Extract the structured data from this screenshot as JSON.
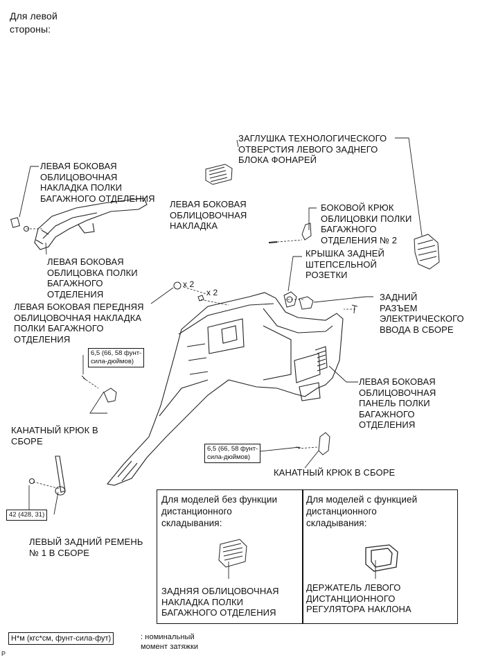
{
  "header": {
    "side_note": "Для левой\nстороны:"
  },
  "labels": {
    "cap_plug": "ЗАГЛУШКА ТЕХНОЛОГИЧЕСКОГО\nОТВЕРСТИЯ ЛЕВОГО ЗАДНЕГО\nБЛОКА ФОНАРЕЙ",
    "trim_cover_upper": "ЛЕВАЯ БОКОВАЯ\nОБЛИЦОВОЧНАЯ\nНАКЛАДКА ПОЛКИ\nБАГАЖНОГО ОТДЕЛЕНИЯ",
    "trim_cover": "ЛЕВАЯ БОКОВАЯ\nОБЛИЦОВОЧНАЯ\nНАКЛАДКА",
    "side_hook": "БОКОВОЙ КРЮК\nОБЛИЦОВКИ ПОЛКИ\nБАГАЖНОГО\nОТДЕЛЕНИЯ № 2",
    "socket_cover": "КРЫШКА ЗАДНЕЙ\nШТЕПСЕЛЬНОЙ\nРОЗЕТКИ",
    "trim_board": "ЛЕВАЯ БОКОВАЯ\nОБЛИЦОВКА ПОЛКИ\nБАГАЖНОГО\nОТДЕЛЕНИЯ",
    "front_trim_cover": "ЛЕВАЯ БОКОВАЯ ПЕРЕДНЯЯ\nОБЛИЦОВОЧНАЯ НАКЛАДКА\nПОЛКИ БАГАЖНОГО\nОТДЕЛЕНИЯ",
    "power_outlet": "ЗАДНИЙ\nРАЗЪЕМ\nЭЛЕКТРИЧЕСКОГО\nВВОДА В СБОРЕ",
    "trim_panel": "ЛЕВАЯ БОКОВАЯ\nОБЛИЦОВОЧНАЯ\nПАНЕЛЬ ПОЛКИ\nБАГАЖНОГО\nОТДЕЛЕНИЯ",
    "rope_hook_left": "КАНАТНЫЙ КРЮК В\nСБОРЕ",
    "rope_hook_right": "КАНАТНЫЙ КРЮК В СБОРЕ",
    "belt": "ЛЕВЫЙ ЗАДНИЙ РЕМЕНЬ\n№ 1 В СБОРЕ",
    "qty1": "x 2",
    "qty2": "x 2"
  },
  "torques": {
    "t1": "6,5 (66, 58 фунт-\nсила-дюймов)",
    "t2": "6,5 (66, 58 фунт-\nсила-дюймов)",
    "t3": "42 (428, 31)"
  },
  "variants": {
    "left_heading": "Для моделей без функции\nдистанционного\nскладывания:",
    "left_part": "ЗАДНЯЯ ОБЛИЦОВОЧНАЯ\nНАКЛАДКА ПОЛКИ\nБАГАЖНОГО ОТДЕЛЕНИЯ",
    "right_heading": "Для моделей с функцией\nдистанционного\nскладывания:",
    "right_part": "ДЕРЖАТЕЛЬ ЛЕВОГО\nДИСТАНЦИОННОГО\nРЕГУЛЯТОРА НАКЛОНА"
  },
  "legend": {
    "unit": "Н*м (кгс*см, фунт-сила-фут)",
    "desc": ": номинальный\nмомент затяжки"
  },
  "corner_mark": "P"
}
